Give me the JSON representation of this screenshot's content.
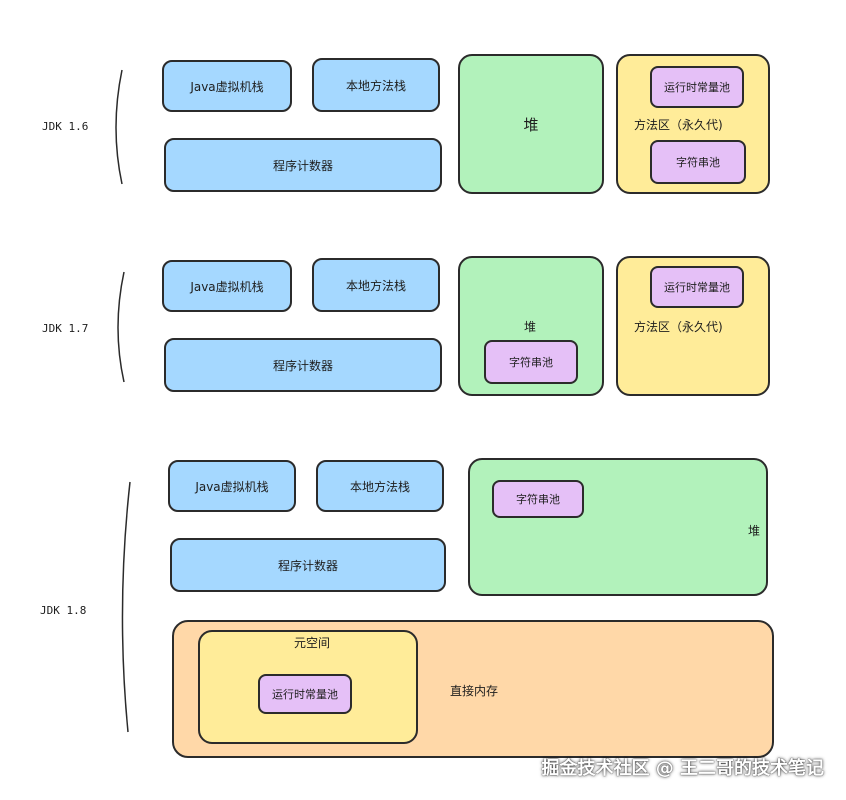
{
  "colors": {
    "stack": "#a5d8ff",
    "heap": "#b2f2bb",
    "method_area": "#ffec99",
    "pool": "#e5c0f7",
    "direct_memory": "#ffd8a8",
    "stroke": "#2b2b2b"
  },
  "jdk16": {
    "version": "JDK 1.6",
    "jvm_stack": "Java虚拟机栈",
    "native_stack": "本地方法栈",
    "pc_register": "程序计数器",
    "heap": "堆",
    "method_area": "方法区（永久代)",
    "runtime_pool": "运行时常量池",
    "string_pool": "字符串池"
  },
  "jdk17": {
    "version": "JDK 1.7",
    "jvm_stack": "Java虚拟机栈",
    "native_stack": "本地方法栈",
    "pc_register": "程序计数器",
    "heap": "堆",
    "string_pool": "字符串池",
    "method_area": "方法区（永久代)",
    "runtime_pool": "运行时常量池"
  },
  "jdk18": {
    "version": "JDK 1.8",
    "jvm_stack": "Java虚拟机栈",
    "native_stack": "本地方法栈",
    "pc_register": "程序计数器",
    "heap": "堆",
    "string_pool": "字符串池",
    "metaspace": "元空间",
    "runtime_pool": "运行时常量池",
    "direct_memory": "直接内存"
  },
  "watermark": "掘金技术社区 @ 王二哥的技术笔记"
}
